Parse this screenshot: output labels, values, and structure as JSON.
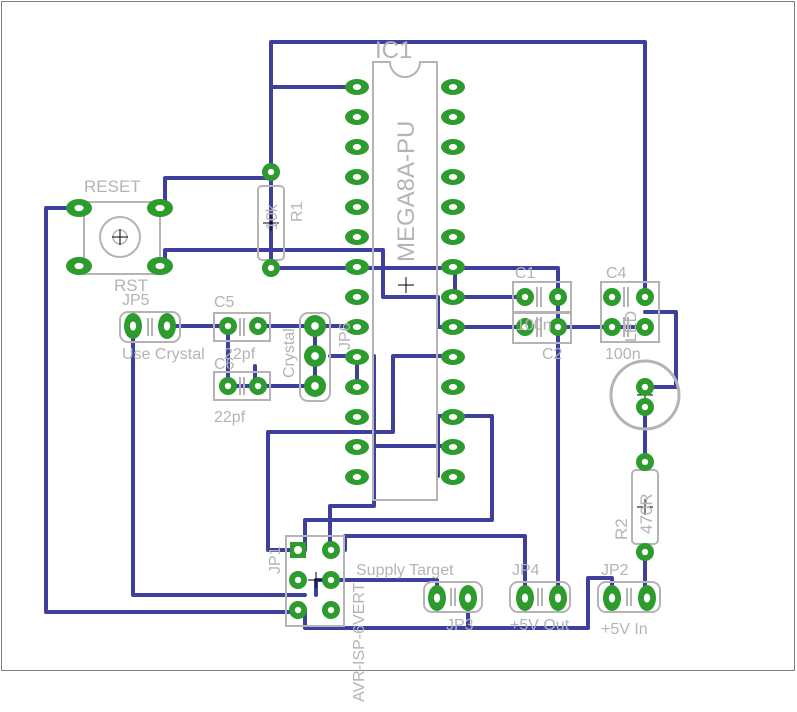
{
  "board": {
    "labels": {
      "ic1_name": "IC1",
      "ic1_value": "MEGA8A-PU",
      "reset_name": "RESET",
      "reset_value": "RST",
      "r1_name": "R1",
      "r1_value": "10k",
      "r2_name": "R2",
      "r2_value": "470R",
      "c1_name": "C1",
      "c1_value": "100n",
      "c2_name": "C2",
      "c4_name": "C4",
      "c4_value": "100n",
      "c5_name": "C5",
      "c5_value": "22pf",
      "c6_name": "C6",
      "c6_value": "22pf",
      "jp5_name": "JP5",
      "jp5_value": "Use Crystal",
      "crystal_name": "Crystal",
      "jp1_name": "JP1",
      "jp1_value": "AVR-ISP-6VERT",
      "jp3_name": "JP3",
      "jp3_value": "Supply Target",
      "jp4_name": "JP4",
      "jp4_value": "+5V Out",
      "jp2_name": "JP2",
      "jp2_value": "+5V In",
      "led_name": "LED"
    },
    "colors": {
      "trace": "#3f3f9e",
      "pad": "#2e9b2e",
      "silkscreen": "#b4b4b4",
      "background": "#ffffff",
      "outline": "#808080"
    }
  }
}
